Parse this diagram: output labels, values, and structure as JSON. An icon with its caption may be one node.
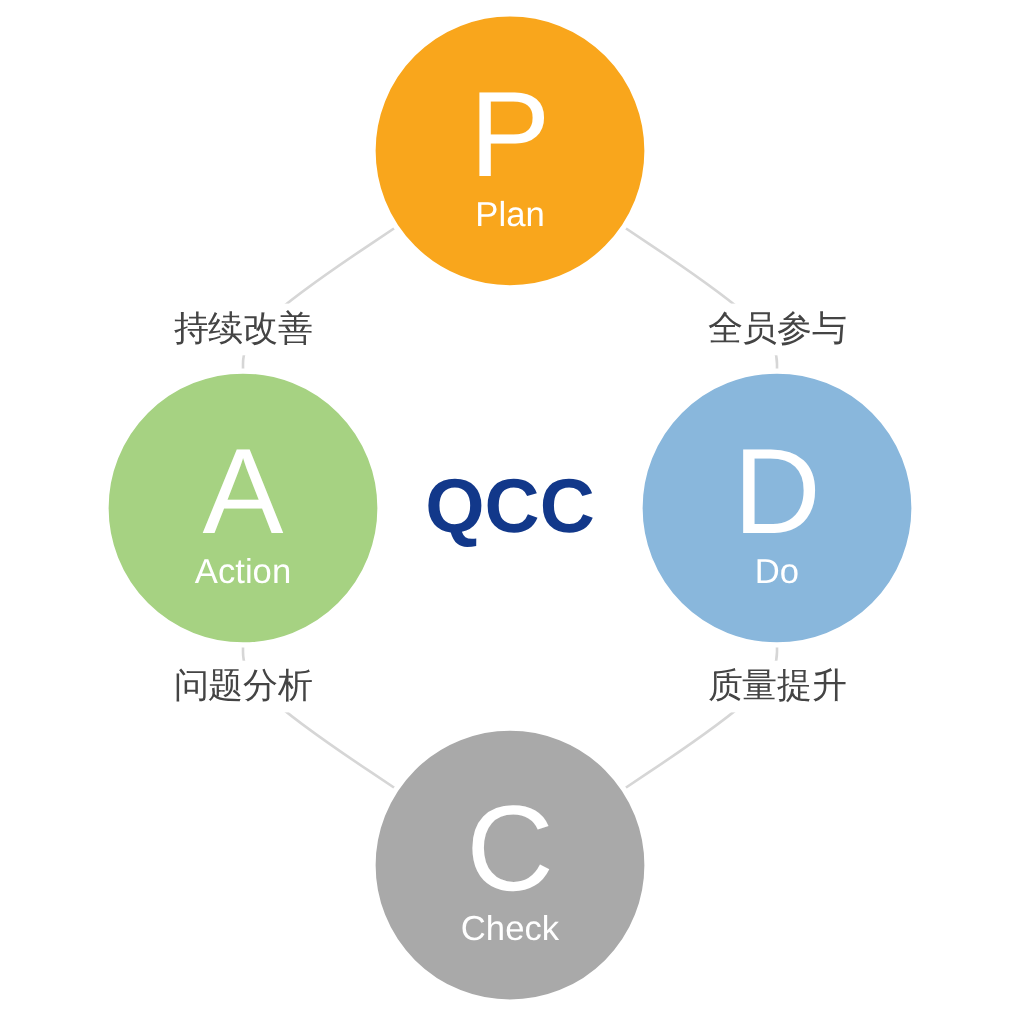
{
  "diagram": {
    "nodes": [
      {
        "text": [
          "P",
          "Plan"
        ]
      },
      {
        "text": [
          "A",
          "Action"
        ]
      },
      {
        "text": [
          "D",
          "Do"
        ]
      },
      {
        "text": [
          "C",
          "Check"
        ]
      }
    ],
    "edges": [
      {
        "from": 0,
        "to": 1,
        "arrow": "none",
        "label": "持续改善"
      },
      {
        "from": 0,
        "to": 2,
        "arrow": "none",
        "label": "全员参与"
      },
      {
        "from": 1,
        "to": 3,
        "arrow": "none",
        "label": "问题分析"
      },
      {
        "from": 2,
        "to": 3,
        "arrow": "none",
        "label": "质量提升"
      }
    ],
    "labels": [
      "QCC"
    ]
  }
}
